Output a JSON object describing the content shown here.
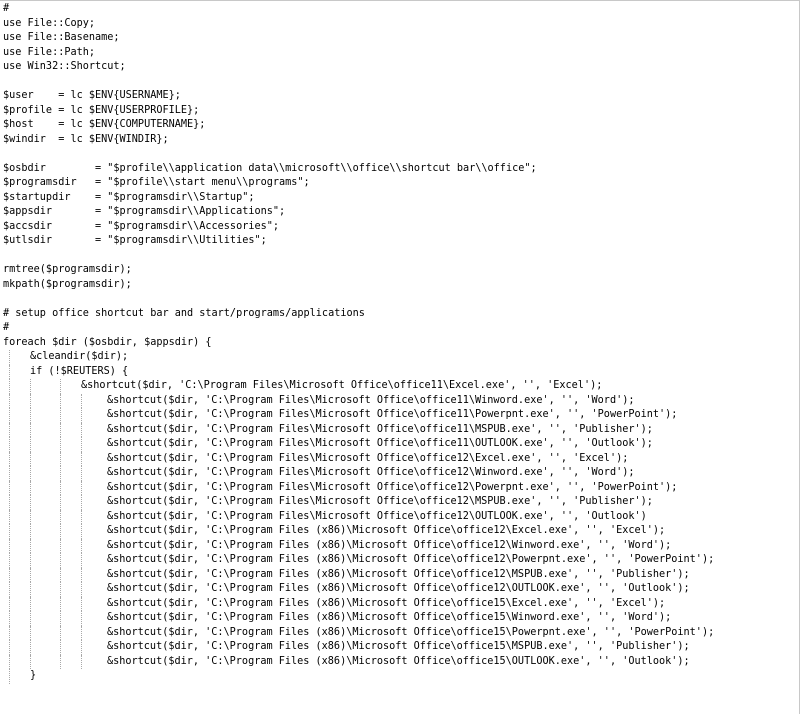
{
  "editor": {
    "lines": [
      {
        "text": "#",
        "indent": 0
      },
      {
        "text": "use File::Copy;",
        "indent": 0
      },
      {
        "text": "use File::Basename;",
        "indent": 0
      },
      {
        "text": "use File::Path;",
        "indent": 0
      },
      {
        "text": "use Win32::Shortcut;",
        "indent": 0
      },
      {
        "text": "",
        "indent": 0
      },
      {
        "text": "$user    = lc $ENV{USERNAME};",
        "indent": 0
      },
      {
        "text": "$profile = lc $ENV{USERPROFILE};",
        "indent": 0
      },
      {
        "text": "$host    = lc $ENV{COMPUTERNAME};",
        "indent": 0
      },
      {
        "text": "$windir  = lc $ENV{WINDIR};",
        "indent": 0
      },
      {
        "text": "",
        "indent": 0
      },
      {
        "text": "$osbdir        = \"$profile\\\\application data\\\\microsoft\\\\office\\\\shortcut bar\\\\office\";",
        "indent": 0
      },
      {
        "text": "$programsdir   = \"$profile\\\\start menu\\\\programs\";",
        "indent": 0
      },
      {
        "text": "$startupdir    = \"$programsdir\\\\Startup\";",
        "indent": 0
      },
      {
        "text": "$appsdir       = \"$programsdir\\\\Applications\";",
        "indent": 0
      },
      {
        "text": "$accsdir       = \"$programsdir\\\\Accessories\";",
        "indent": 0
      },
      {
        "text": "$utlsdir       = \"$programsdir\\\\Utilities\";",
        "indent": 0
      },
      {
        "text": "",
        "indent": 0
      },
      {
        "text": "rmtree($programsdir);",
        "indent": 0
      },
      {
        "text": "mkpath($programsdir);",
        "indent": 0
      },
      {
        "text": "",
        "indent": 0
      },
      {
        "text": "# setup office shortcut bar and start/programs/applications",
        "indent": 0
      },
      {
        "text": "#",
        "indent": 0
      },
      {
        "text": "foreach $dir ($osbdir, $appsdir) {",
        "indent": 0
      },
      {
        "text": "&cleandir($dir);",
        "indent": 1
      },
      {
        "text": "if (!$REUTERS) {",
        "indent": 1
      },
      {
        "text": "&shortcut($dir, 'C:\\Program Files\\Microsoft Office\\office11\\Excel.exe', '', 'Excel');",
        "indent": 2
      },
      {
        "text": "&shortcut($dir, 'C:\\Program Files\\Microsoft Office\\office11\\Winword.exe', '', 'Word');",
        "indent": 3
      },
      {
        "text": "&shortcut($dir, 'C:\\Program Files\\Microsoft Office\\office11\\Powerpnt.exe', '', 'PowerPoint');",
        "indent": 3
      },
      {
        "text": "&shortcut($dir, 'C:\\Program Files\\Microsoft Office\\office11\\MSPUB.exe', '', 'Publisher');",
        "indent": 3
      },
      {
        "text": "&shortcut($dir, 'C:\\Program Files\\Microsoft Office\\office11\\OUTLOOK.exe', '', 'Outlook');",
        "indent": 3
      },
      {
        "text": "&shortcut($dir, 'C:\\Program Files\\Microsoft Office\\office12\\Excel.exe', '', 'Excel');",
        "indent": 3
      },
      {
        "text": "&shortcut($dir, 'C:\\Program Files\\Microsoft Office\\office12\\Winword.exe', '', 'Word');",
        "indent": 3
      },
      {
        "text": "&shortcut($dir, 'C:\\Program Files\\Microsoft Office\\office12\\Powerpnt.exe', '', 'PowerPoint');",
        "indent": 3
      },
      {
        "text": "&shortcut($dir, 'C:\\Program Files\\Microsoft Office\\office12\\MSPUB.exe', '', 'Publisher');",
        "indent": 3
      },
      {
        "text": "&shortcut($dir, 'C:\\Program Files\\Microsoft Office\\office12\\OUTLOOK.exe', '', 'Outlook')",
        "indent": 3
      },
      {
        "text": "&shortcut($dir, 'C:\\Program Files (x86)\\Microsoft Office\\office12\\Excel.exe', '', 'Excel');",
        "indent": 3
      },
      {
        "text": "&shortcut($dir, 'C:\\Program Files (x86)\\Microsoft Office\\office12\\Winword.exe', '', 'Word');",
        "indent": 3
      },
      {
        "text": "&shortcut($dir, 'C:\\Program Files (x86)\\Microsoft Office\\office12\\Powerpnt.exe', '', 'PowerPoint');",
        "indent": 3
      },
      {
        "text": "&shortcut($dir, 'C:\\Program Files (x86)\\Microsoft Office\\office12\\MSPUB.exe', '', 'Publisher');",
        "indent": 3
      },
      {
        "text": "&shortcut($dir, 'C:\\Program Files (x86)\\Microsoft Office\\office12\\OUTLOOK.exe', '', 'Outlook');",
        "indent": 3
      },
      {
        "text": "&shortcut($dir, 'C:\\Program Files (x86)\\Microsoft Office\\office15\\Excel.exe', '', 'Excel');",
        "indent": 3
      },
      {
        "text": "&shortcut($dir, 'C:\\Program Files (x86)\\Microsoft Office\\office15\\Winword.exe', '', 'Word');",
        "indent": 3
      },
      {
        "text": "&shortcut($dir, 'C:\\Program Files (x86)\\Microsoft Office\\office15\\Powerpnt.exe', '', 'PowerPoint');",
        "indent": 3
      },
      {
        "text": "&shortcut($dir, 'C:\\Program Files (x86)\\Microsoft Office\\office15\\MSPUB.exe', '', 'Publisher');",
        "indent": 3
      },
      {
        "text": "&shortcut($dir, 'C:\\Program Files (x86)\\Microsoft Office\\office15\\OUTLOOK.exe', '', 'Outlook');",
        "indent": 3
      },
      {
        "text": "}",
        "indent": 1
      }
    ]
  }
}
